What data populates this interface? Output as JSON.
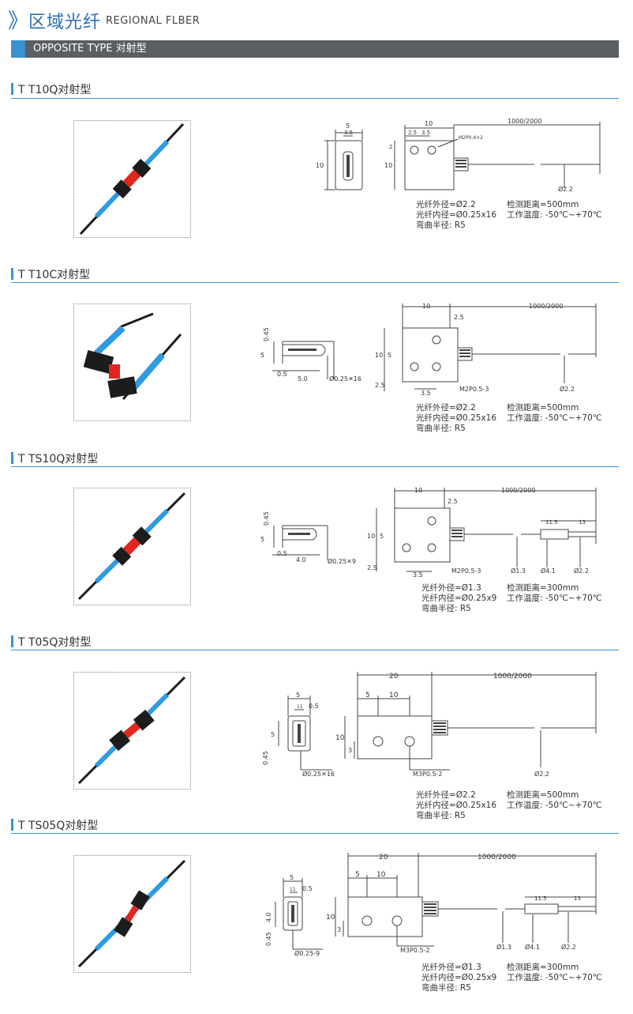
{
  "header": {
    "chevron": "》",
    "title_cn": "区域光纤",
    "title_en": "REGIONAL FLBER",
    "banner": "OPPOSITE TYPE 对射型"
  },
  "sections": [
    {
      "title": "T T10Q对射型",
      "specs": {
        "outer": "光纤外径=Ø2.2",
        "inner": "光纤内径=Ø0.25x16",
        "bend": "弯曲半径:  R5",
        "distance": "检测距离=500mm",
        "temp": "工作温度:  -50℃~+70℃"
      },
      "dims": {
        "w5": "5",
        "w35a": "3.5",
        "h10a": "10",
        "w10": "10",
        "w25": "2.5",
        "w35b": "3.5",
        "h2": "2",
        "h10b": "10",
        "screw": "M2P0.4×2",
        "len": "1000/2000",
        "dia": "Ø2.2"
      }
    },
    {
      "title": "T T10C对射型",
      "specs": {
        "outer": "光纤外径=Ø2.2",
        "inner": "光纤内径=Ø0.25x16",
        "bend": "弯曲半径:  R5",
        "distance": "检测距离=500mm",
        "temp": "工作温度:  -50℃~+70℃"
      },
      "dims": {
        "h045": "0.45",
        "h5": "5",
        "w05": "0.5",
        "w50": "5.0",
        "fib": "Ø0.25✕16",
        "w10": "10",
        "w25": "2.5",
        "len": "1000/2000",
        "h10": "10",
        "h5b": "5",
        "h25": "2.5",
        "w35": "3.5",
        "screw": "M2P0.5-3",
        "dia": "Ø2.2"
      }
    },
    {
      "title": "T TS10Q对射型",
      "specs": {
        "outer": "光纤外径=Ø1.3",
        "inner": "光纤内径=Ø0.25x9",
        "bend": "弯曲半径:  R5",
        "distance": "检测距离=300mm",
        "temp": "工作温度:  -50℃~+70℃"
      },
      "dims": {
        "h045": "0.45",
        "h5": "5",
        "w05": "0.5",
        "w40": "4.0",
        "fib": "Ø0.25✕9",
        "w10": "10",
        "w25": "2.5",
        "len": "1000/2000",
        "l115": "11.5",
        "l13": "13",
        "h10": "10",
        "h5b": "5",
        "h25": "2.5",
        "w35": "3.5",
        "screw": "M2P0.5-3",
        "d13": "Ø1.3",
        "d41": "Ø4.1",
        "d22": "Ø2.2"
      }
    },
    {
      "title": "T T05Q对射型",
      "specs": {
        "outer": "光纤外径=Ø2.2",
        "inner": "光纤内径=Ø0.25x16",
        "bend": "弯曲半径:  R5",
        "distance": "检测距离=500mm",
        "temp": "工作温度:  -50℃~+70℃"
      },
      "dims": {
        "w5": "5",
        "w11": "11",
        "w05": "0.5",
        "h5": "5",
        "h045": "0.45",
        "fib": "Ø0.25✕16",
        "w20": "20",
        "len": "1000/2000",
        "w5b": "5",
        "w10": "10",
        "h10": "10",
        "h3": "3",
        "screw": "M3P0.5-2",
        "dia": "Ø2.2"
      }
    },
    {
      "title": "T TS05Q对射型",
      "specs": {
        "outer": "光纤外径=Ø1.3",
        "inner": "光纤内径=Ø0.25x9",
        "bend": "弯曲半径:  R5",
        "distance": "检测距离=300mm",
        "temp": "工作温度:  -50℃~+70℃"
      },
      "dims": {
        "w5": "5",
        "w11": "11",
        "w05": "0.5",
        "h40": "4.0",
        "h045": "0.45",
        "fib": "Ø0.25-9",
        "w20": "20",
        "len": "1000/2000",
        "w5b": "5",
        "w10": "10",
        "h10": "10",
        "h3": "3",
        "screw": "M3P0.5-2",
        "l115": "11.5",
        "l13": "13",
        "d13": "Ø1.3",
        "d41": "Ø4.1",
        "d22": "Ø2.2"
      }
    }
  ],
  "colors": {
    "accent": "#3a92d2",
    "banner": "#5b5e63",
    "fiber": "#2f9be0",
    "body": "#1c1c1c",
    "red": "#e0261f"
  }
}
